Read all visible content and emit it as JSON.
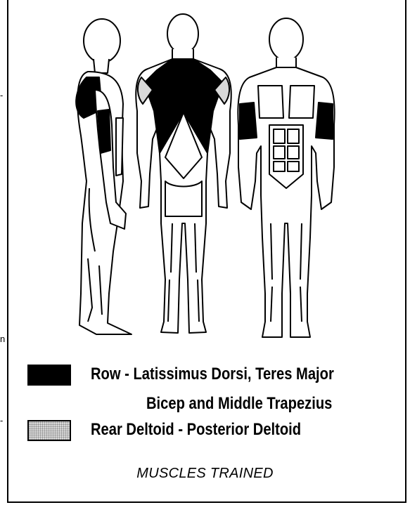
{
  "stray_chars": {
    "top": "-",
    "middle": "n",
    "bottom": "-"
  },
  "legend": {
    "row": {
      "line1": "Row - Latissimus Dorsi, Teres Major",
      "line2": "Bicep and Middle Trapezius",
      "color": "#000000"
    },
    "rear_deltoid": {
      "line1": "Rear Deltoid - Posterior Deltoid",
      "color": "#d9d9d9"
    }
  },
  "caption": "MUSCLES TRAINED"
}
